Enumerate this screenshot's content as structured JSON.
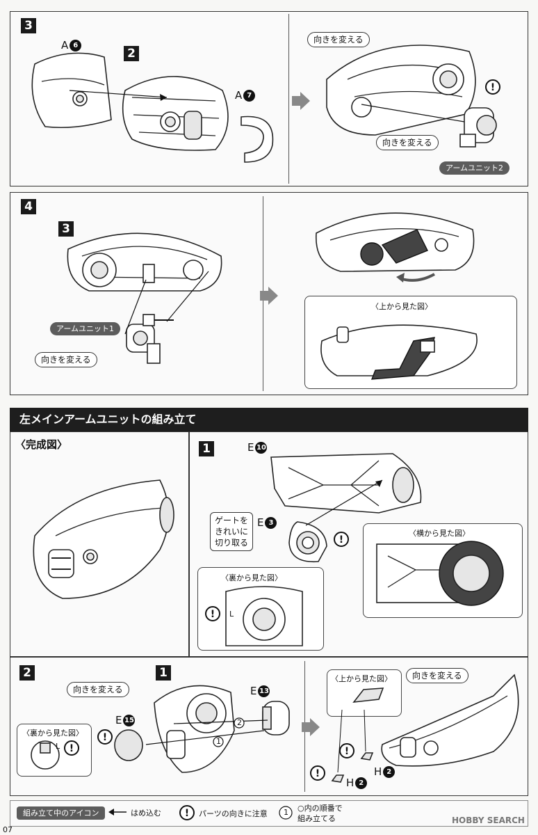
{
  "step3": {
    "number": "3",
    "part_a6": {
      "letter": "A",
      "num": "6"
    },
    "part_a7": {
      "letter": "A",
      "num": "7"
    },
    "sub_step": "2",
    "change_direction_1": "向きを変える",
    "change_direction_2": "向きを変える",
    "arm_unit_2": "アームユニット2",
    "warn": "!"
  },
  "step4": {
    "number": "4",
    "sub_step": "3",
    "arm_unit_1": "アームユニット1",
    "change_direction": "向きを変える",
    "top_view_title": "〈上から見た図〉"
  },
  "section": {
    "title": "左メインアームユニットの組み立て",
    "completed_label": "〈完成図〉"
  },
  "stepL1": {
    "number": "1",
    "part_e10": {
      "letter": "E",
      "num": "10"
    },
    "part_e3": {
      "letter": "E",
      "num": "3"
    },
    "gate_note_1": "ゲートを",
    "gate_note_2": "きれいに",
    "gate_note_3": "切り取る",
    "side_view_title": "〈横から見た図〉",
    "back_view_title": "〈裏から見た図〉",
    "mark_l": "L"
  },
  "stepL2": {
    "number": "2",
    "sub_step": "1",
    "change_direction_1": "向きを変える",
    "change_direction_2": "向きを変える",
    "part_e13": {
      "letter": "E",
      "num": "13"
    },
    "part_e15": {
      "letter": "E",
      "num": "15"
    },
    "back_view_title": "〈裏から見た図〉",
    "top_view_title": "〈上から見た図〉",
    "order_1": "1",
    "order_2": "2",
    "part_h2a": {
      "letter": "H",
      "num": "2"
    },
    "part_h2b": {
      "letter": "H",
      "num": "2"
    },
    "mark_l": "L"
  },
  "legend": {
    "icons_title": "組み立て中のアイコン",
    "snap_in": "はめ込む",
    "warn_direction": "パーツの向きに注意",
    "order_icon": "1",
    "order_text_1": "○内の順番で",
    "order_text_2": "組み立てる"
  },
  "page_number": "07",
  "watermark": "HOBBY SEARCH"
}
